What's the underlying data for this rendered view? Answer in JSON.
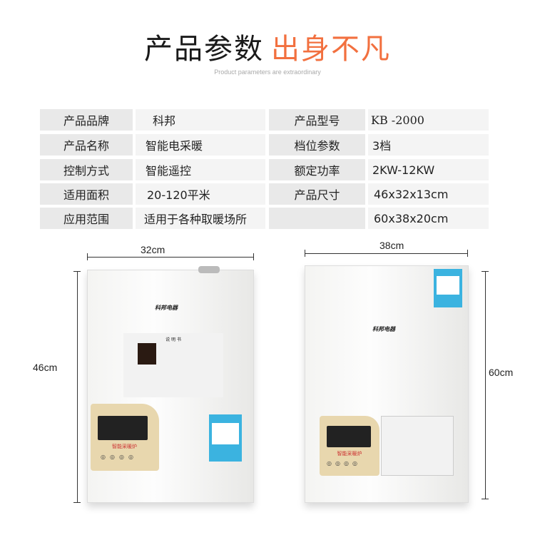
{
  "header": {
    "title_main": "产品参数",
    "title_accent": "出身不凡",
    "subtitle": "Product parameters are extraordinary"
  },
  "specs": [
    {
      "label": "产品品牌",
      "value": "科邦",
      "label2": "产品型号",
      "value2": "KB -2000"
    },
    {
      "label": "产品名称",
      "value": "智能电采暖",
      "label2": "档位参数",
      "value2": "3档"
    },
    {
      "label": "控制方式",
      "value": "智能遥控",
      "label2": "额定功率",
      "value2": "2KW-12KW"
    },
    {
      "label": "适用面积",
      "value": "20-120平米",
      "label2": "产品尺寸",
      "value2": "46x32x13cm"
    },
    {
      "label": "应用范围",
      "value": "适用于各种取暖场所",
      "label2": "",
      "value2": "60x38x20cm"
    }
  ],
  "products": [
    {
      "width": "32cm",
      "height": "46cm",
      "brand": "科邦电器",
      "panel_text": "智能采暖炉",
      "manual_title": "说 明 书"
    },
    {
      "width": "38cm",
      "height": "60cm",
      "brand": "科邦电器",
      "panel_text": "智能采暖炉"
    }
  ],
  "colors": {
    "accent": "#f2703f",
    "label_bg": "#e9e9e9",
    "value_bg": "#f4f4f4"
  }
}
